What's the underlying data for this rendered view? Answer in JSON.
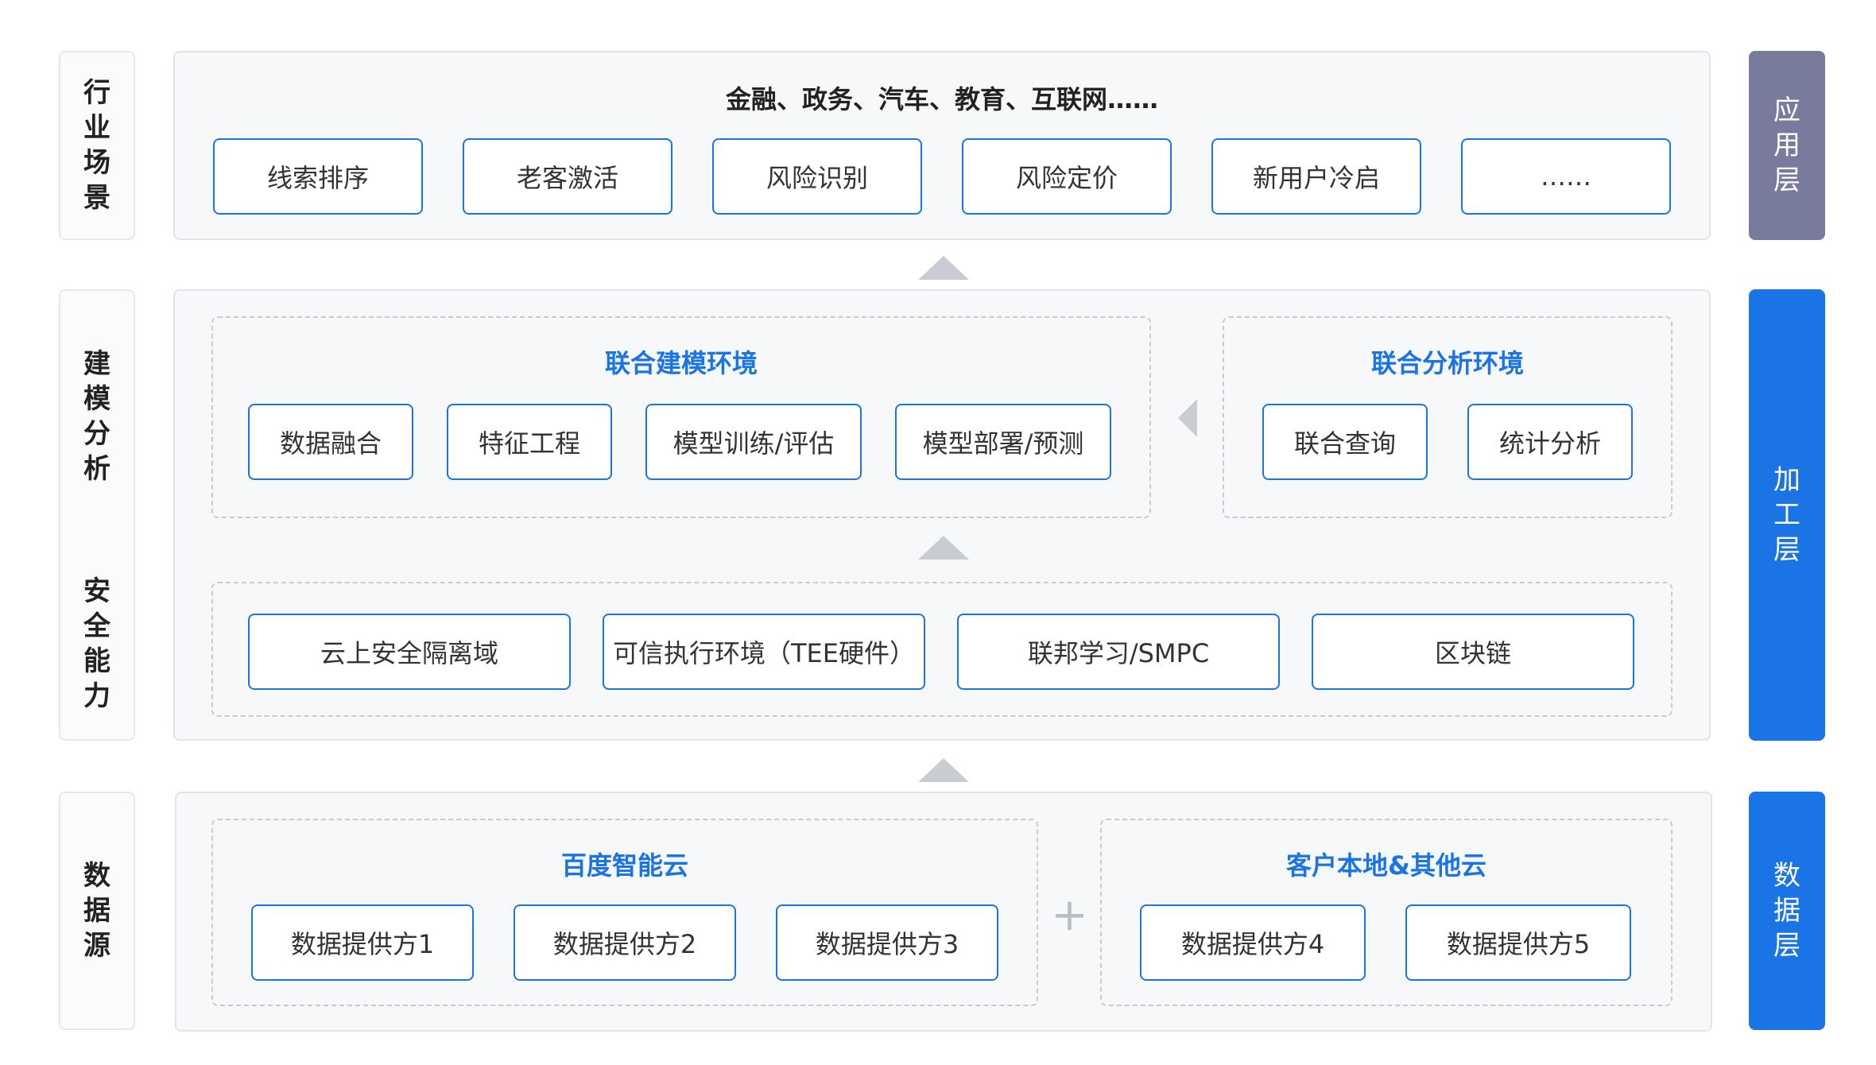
{
  "side_labels": {
    "industry": "行业场景",
    "modeling": "建模分析",
    "security": "安全能力",
    "source": "数据源"
  },
  "layers": {
    "application": {
      "label": "应用层",
      "color": "#787b9b"
    },
    "processing": {
      "label": "加工层",
      "color": "#1a74e6"
    },
    "data": {
      "label": "数据层",
      "color": "#1a74e6"
    }
  },
  "application": {
    "industries": "金融、政务、汽车、教育、互联网……",
    "scenarios": [
      "线索排序",
      "老客激活",
      "风险识别",
      "风险定价",
      "新用户冷启",
      "……"
    ]
  },
  "modeling": {
    "joint_modeling": {
      "title": "联合建模环境",
      "items": [
        "数据融合",
        "特征工程",
        "模型训练/评估",
        "模型部署/预测"
      ]
    },
    "joint_analysis": {
      "title": "联合分析环境",
      "items": [
        "联合查询",
        "统计分析"
      ]
    }
  },
  "security": {
    "items": [
      "云上安全隔离域",
      "可信执行环境（TEE硬件）",
      "联邦学习/SMPC",
      "区块链"
    ]
  },
  "data_source": {
    "baidu": {
      "title": "百度智能云",
      "items": [
        "数据提供方1",
        "数据提供方2",
        "数据提供方3"
      ]
    },
    "customer": {
      "title": "客户本地&其他云",
      "items": [
        "数据提供方4",
        "数据提供方5"
      ]
    },
    "plus": "+"
  },
  "colors": {
    "accent": "#1a74e6",
    "arrow": "#c9ccd2",
    "panel_bg": "#f7f8fa"
  }
}
